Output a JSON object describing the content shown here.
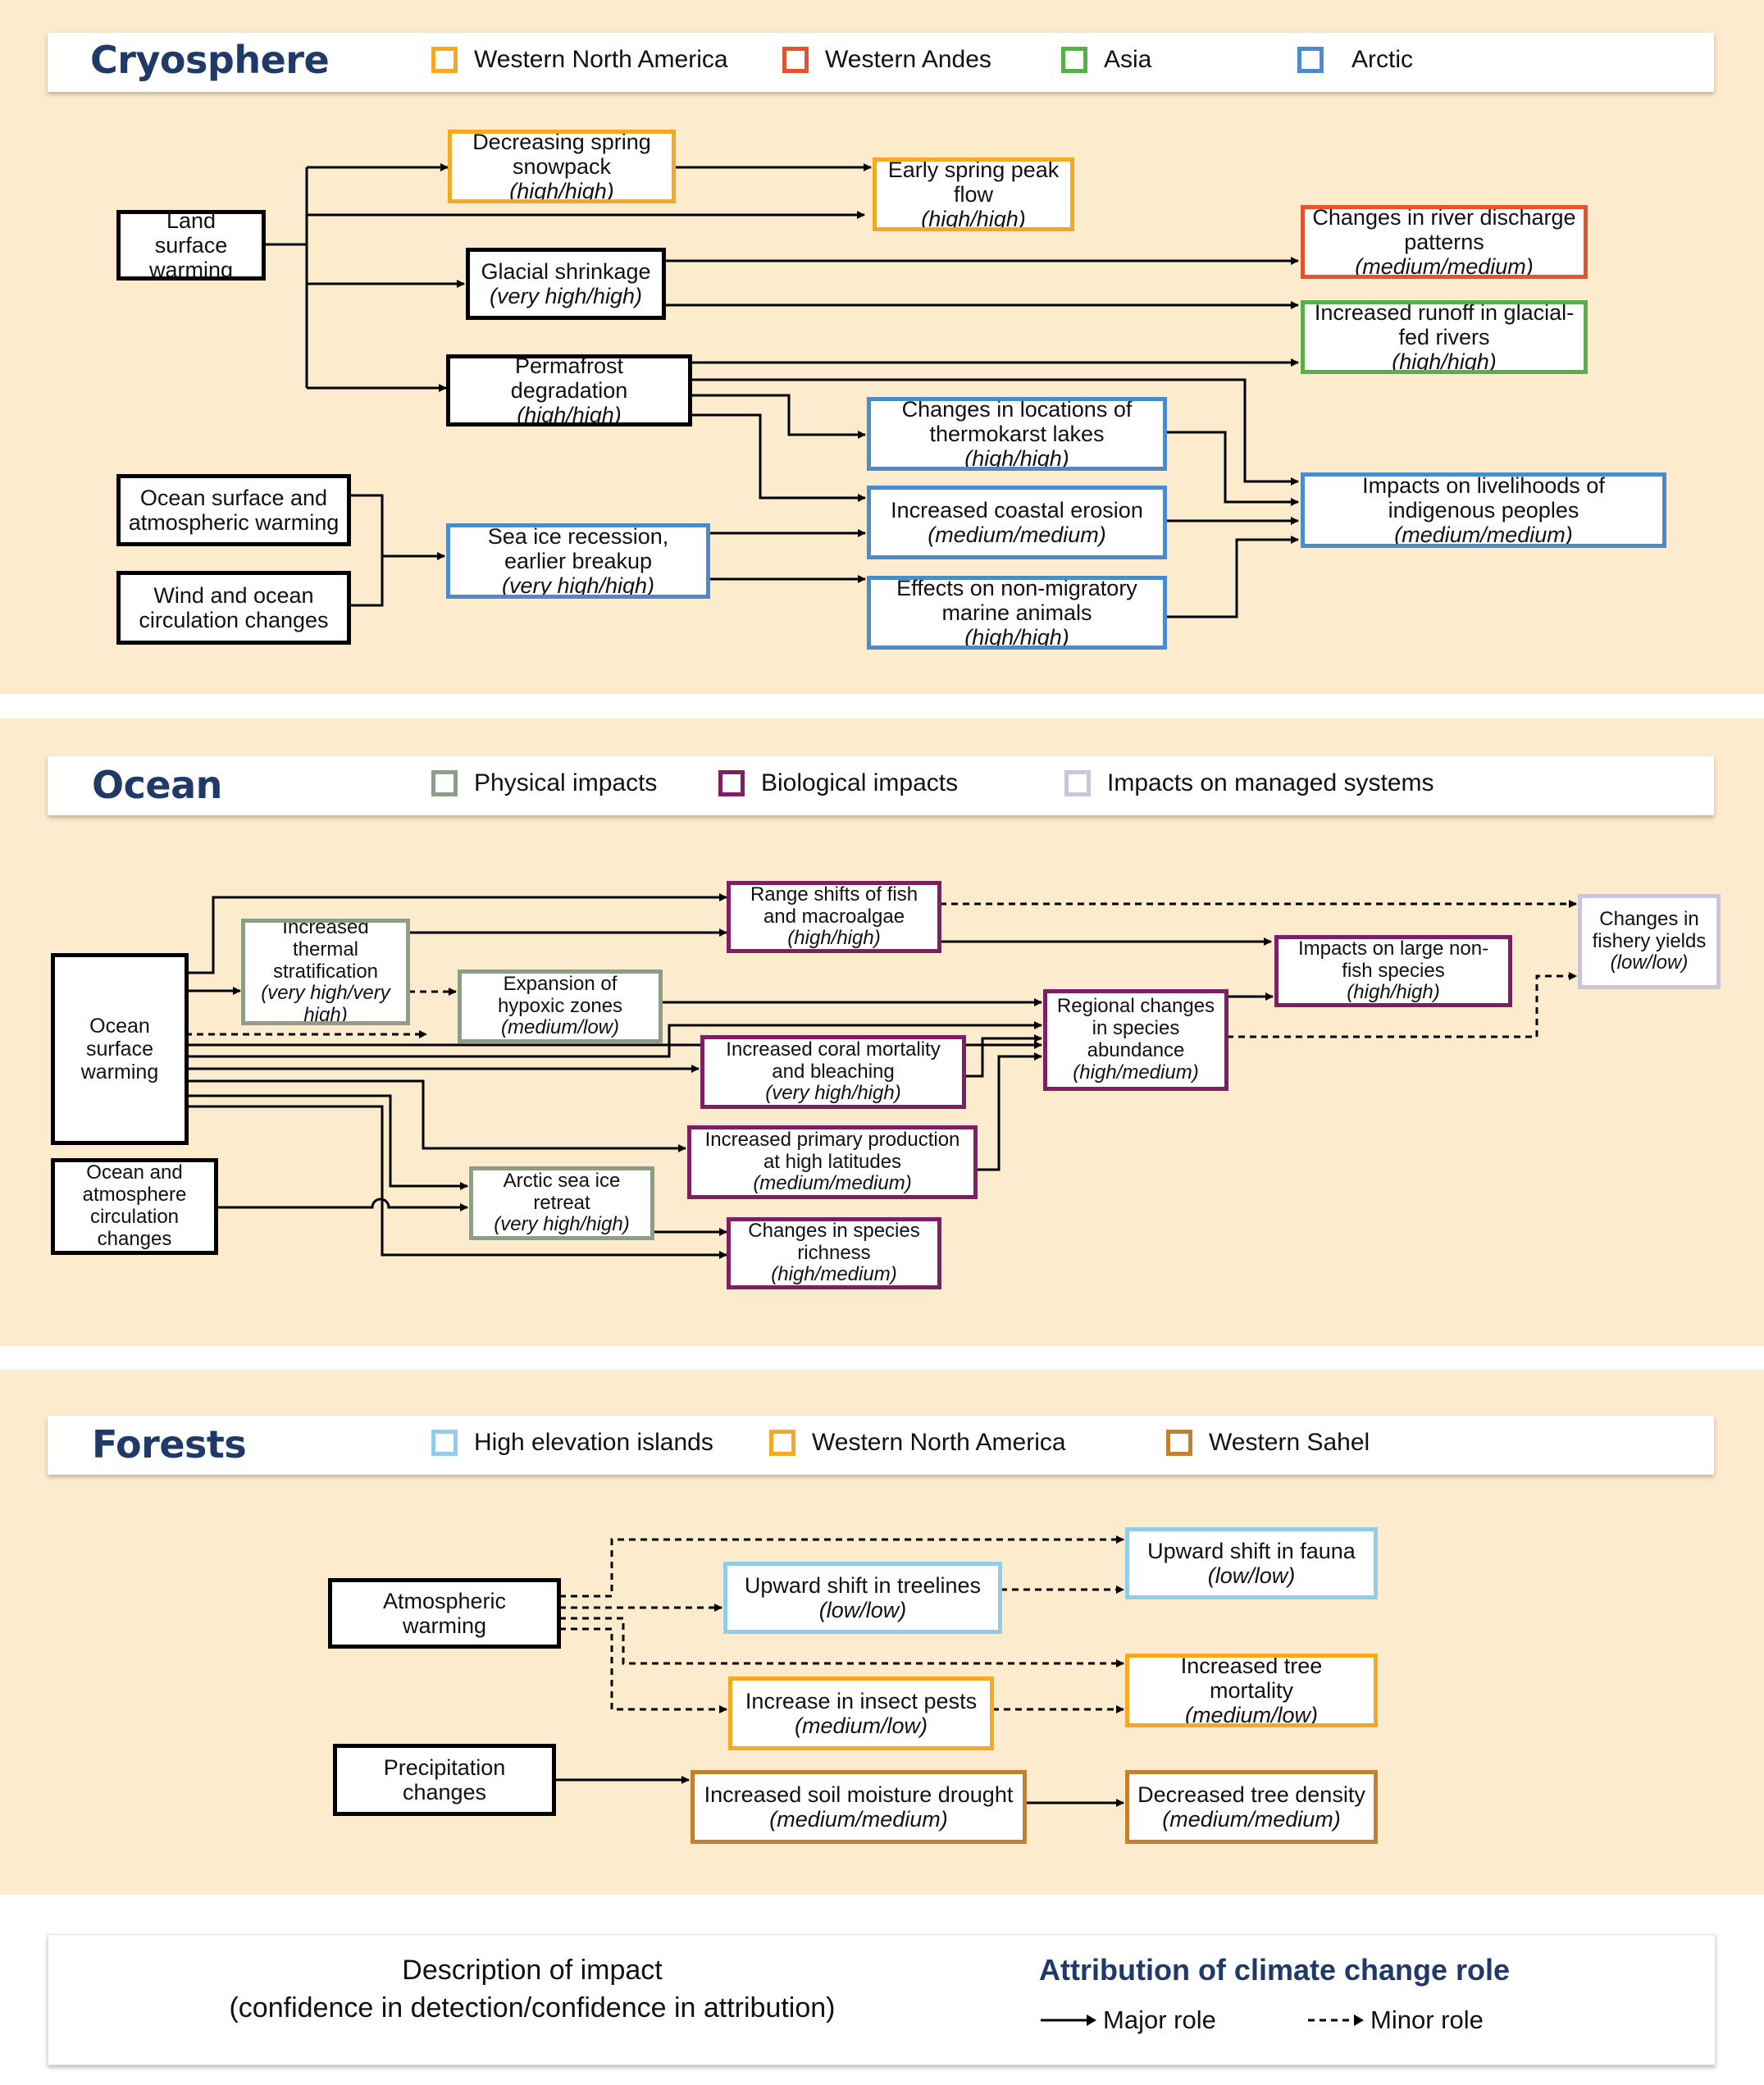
{
  "cryosphere": {
    "title": "Cryosphere",
    "legend": [
      {
        "label": "Western North America",
        "color": "#f7a823"
      },
      {
        "label": "Western Andes",
        "color": "#e5522b"
      },
      {
        "label": "Asia",
        "color": "#55b047"
      },
      {
        "label": "Arctic",
        "color": "#4a8ccb"
      }
    ],
    "nodes": {
      "land_warming": {
        "text": "Land surface warming"
      },
      "snowpack": {
        "text": "Decreasing spring snowpack",
        "conf": "(high/high)"
      },
      "peak_flow": {
        "text": "Early spring peak flow",
        "conf": "(high/high)"
      },
      "glacial": {
        "text": "Glacial shrinkage",
        "conf": "(very high/high)"
      },
      "river_discharge": {
        "text": "Changes in river discharge patterns",
        "conf": "(medium/medium)"
      },
      "runoff": {
        "text": "Increased runoff in glacial-fed rivers",
        "conf": "(high/high)"
      },
      "permafrost": {
        "text": "Permafrost degradation",
        "conf": "(high/high)"
      },
      "thermokarst": {
        "text": "Changes in locations of thermokarst lakes",
        "conf": "(high/high)"
      },
      "livelihoods": {
        "text": "Impacts on livelihoods of indigenous peoples",
        "conf": "(medium/medium)"
      },
      "ocean_atm": {
        "text": "Ocean surface and atmospheric warming"
      },
      "wind_circ": {
        "text": "Wind and ocean circulation changes"
      },
      "sea_ice": {
        "text": "Sea ice recession, earlier breakup",
        "conf": "(very high/high)"
      },
      "coastal": {
        "text": "Increased coastal erosion",
        "conf": "(medium/medium)"
      },
      "marine": {
        "text": "Effects on non-migratory marine animals",
        "conf": "(high/high)"
      }
    }
  },
  "ocean": {
    "title": "Ocean",
    "legend": [
      {
        "label": "Physical impacts",
        "color": "#8e9e86"
      },
      {
        "label": "Biological impacts",
        "color": "#7c2063"
      },
      {
        "label": "Impacts on managed systems",
        "color": "#c8c6dc"
      }
    ],
    "nodes": {
      "osw": {
        "text": "Ocean surface warming"
      },
      "oacc": {
        "text": "Ocean and atmosphere circulation changes"
      },
      "strat": {
        "text": "Increased thermal stratification",
        "conf": "(very high/very high)"
      },
      "range": {
        "text": "Range shifts of fish and macroalgae",
        "conf": "(high/high)"
      },
      "hypoxic": {
        "text": "Expansion of hypoxic zones",
        "conf": "(medium/low)"
      },
      "coral": {
        "text": "Increased coral mortality and bleaching",
        "conf": "(very high/high)"
      },
      "regional": {
        "text": "Regional changes in species abundance",
        "conf": "(high/medium)"
      },
      "nonfish": {
        "text": "Impacts on large non-fish species",
        "conf": "(high/high)"
      },
      "fishery": {
        "text": "Changes in fishery yields",
        "conf": "(low/low)"
      },
      "primary": {
        "text": "Increased primary production at high latitudes",
        "conf": "(medium/medium)"
      },
      "arctic_ice": {
        "text": "Arctic sea ice retreat",
        "conf": "(very high/high)"
      },
      "richness": {
        "text": "Changes in species richness",
        "conf": "(high/medium)"
      }
    }
  },
  "forests": {
    "title": "Forests",
    "legend": [
      {
        "label": "High elevation islands",
        "color": "#8fcde8"
      },
      {
        "label": "Western North America",
        "color": "#f7a823"
      },
      {
        "label": "Western Sahel",
        "color": "#c57f2e"
      }
    ],
    "nodes": {
      "atm_warm": {
        "text": "Atmospheric warming"
      },
      "precip": {
        "text": "Precipitation changes"
      },
      "treelines": {
        "text": "Upward shift in treelines",
        "conf": "(low/low)"
      },
      "fauna": {
        "text": "Upward shift in fauna",
        "conf": "(low/low)"
      },
      "pests": {
        "text": "Increase in insect pests",
        "conf": "(medium/low)"
      },
      "mortality": {
        "text": "Increased tree mortality",
        "conf": "(medium/low)"
      },
      "drought": {
        "text": "Increased soil moisture drought",
        "conf": "(medium/medium)"
      },
      "density": {
        "text": "Decreased tree density",
        "conf": "(medium/medium)"
      }
    }
  },
  "key": {
    "desc_line1": "Description of impact",
    "desc_line2": "(confidence in detection/confidence in attribution)",
    "attr_title": "Attribution of climate change role",
    "major": "Major role",
    "minor": "Minor role"
  }
}
